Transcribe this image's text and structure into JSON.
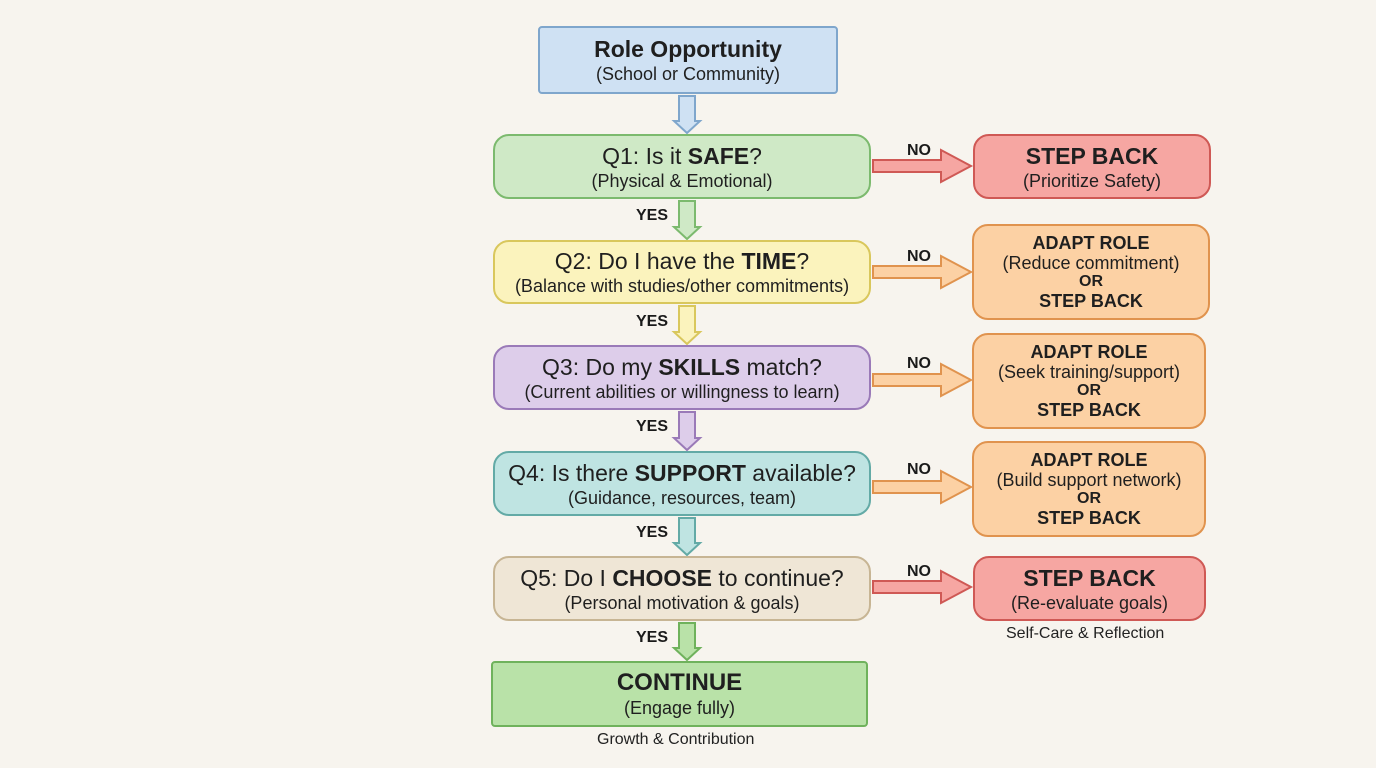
{
  "start": {
    "title": "Role Opportunity",
    "subtitle": "(School or Community)"
  },
  "questions": [
    {
      "prefix": "Q1: Is it ",
      "keyword": "SAFE",
      "suffix": "?",
      "subtitle": "(Physical & Emotional)"
    },
    {
      "prefix": "Q2: Do I have the ",
      "keyword": "TIME",
      "suffix": "?",
      "subtitle": "(Balance with studies/other commitments)"
    },
    {
      "prefix": "Q3: Do my ",
      "keyword": "SKILLS",
      "suffix": " match?",
      "subtitle": "(Current abilities or willingness to learn)"
    },
    {
      "prefix": "Q4: Is there ",
      "keyword": "SUPPORT",
      "suffix": " available?",
      "subtitle": "(Guidance, resources, team)"
    },
    {
      "prefix": "Q5: Do I ",
      "keyword": "CHOOSE",
      "suffix": " to continue?",
      "subtitle": "(Personal motivation & goals)"
    }
  ],
  "outcomes": [
    {
      "title": "STEP BACK",
      "subtitle": "(Prioritize Safety)"
    },
    {
      "title": "ADAPT ROLE",
      "subtitle": "(Reduce commitment)",
      "or": "OR",
      "alt": "STEP BACK"
    },
    {
      "title": "ADAPT ROLE",
      "subtitle": "(Seek training/support)",
      "or": "OR",
      "alt": "STEP BACK"
    },
    {
      "title": "ADAPT ROLE",
      "subtitle": "(Build support network)",
      "or": "OR",
      "alt": "STEP BACK"
    },
    {
      "title": "STEP BACK",
      "subtitle": "(Re-evaluate goals)"
    }
  ],
  "final": {
    "title": "CONTINUE",
    "subtitle": "(Engage fully)"
  },
  "labels": {
    "yes": "YES",
    "no": "NO"
  },
  "captions": {
    "step_back": "Self-Care & Reflection",
    "continue": "Growth & Contribution"
  },
  "colors": {
    "blue": "#cfe1f3",
    "green": "#cfe9c6",
    "yellow": "#fbf3bd",
    "purple": "#ddcdea",
    "teal": "#bfe4e2",
    "beige": "#efe6d6",
    "continue": "#b9e2a8",
    "red": "#f6a6a2",
    "orange": "#fcd1a4"
  }
}
